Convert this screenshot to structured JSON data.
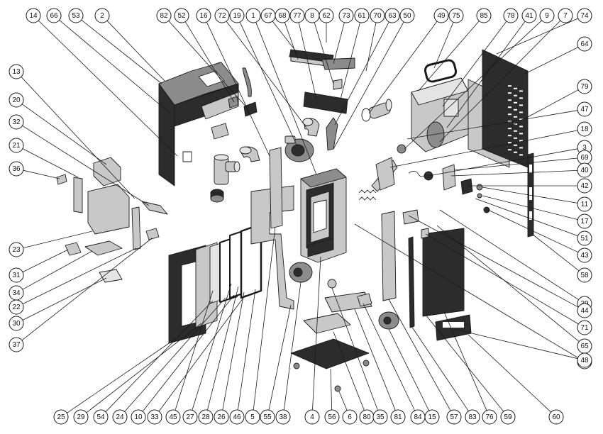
{
  "callouts": [
    {
      "id": "c14",
      "label": "14"
    },
    {
      "id": "c66",
      "label": "66"
    },
    {
      "id": "c53",
      "label": "53"
    },
    {
      "id": "c2",
      "label": "2"
    },
    {
      "id": "c82",
      "label": "82"
    },
    {
      "id": "c52",
      "label": "52"
    },
    {
      "id": "c16",
      "label": "16"
    },
    {
      "id": "c72",
      "label": "72"
    },
    {
      "id": "c19",
      "label": "19"
    },
    {
      "id": "c1",
      "label": "1"
    },
    {
      "id": "c67",
      "label": "67"
    },
    {
      "id": "c68",
      "label": "68"
    },
    {
      "id": "c77",
      "label": "77"
    },
    {
      "id": "c8",
      "label": "8"
    },
    {
      "id": "c62",
      "label": "62"
    },
    {
      "id": "c73",
      "label": "73"
    },
    {
      "id": "c61",
      "label": "61"
    },
    {
      "id": "c70",
      "label": "70"
    },
    {
      "id": "c63",
      "label": "63"
    },
    {
      "id": "c50",
      "label": "50"
    },
    {
      "id": "c49",
      "label": "49"
    },
    {
      "id": "c75",
      "label": "75"
    },
    {
      "id": "c85",
      "label": "85"
    },
    {
      "id": "c78",
      "label": "78"
    },
    {
      "id": "c41",
      "label": "41"
    },
    {
      "id": "c9",
      "label": "9"
    },
    {
      "id": "c7",
      "label": "7"
    },
    {
      "id": "c74",
      "label": "74"
    },
    {
      "id": "c64",
      "label": "64"
    },
    {
      "id": "c79",
      "label": "79"
    },
    {
      "id": "c47",
      "label": "47"
    },
    {
      "id": "c18",
      "label": "18"
    },
    {
      "id": "c3",
      "label": "3"
    },
    {
      "id": "c69",
      "label": "69"
    },
    {
      "id": "c40",
      "label": "40"
    },
    {
      "id": "c42",
      "label": "42"
    },
    {
      "id": "c11",
      "label": "11"
    },
    {
      "id": "c17",
      "label": "17"
    },
    {
      "id": "c51",
      "label": "51"
    },
    {
      "id": "c43",
      "label": "43"
    },
    {
      "id": "c58",
      "label": "58"
    },
    {
      "id": "c39",
      "label": "39"
    },
    {
      "id": "c44",
      "label": "44"
    },
    {
      "id": "c71",
      "label": "71"
    },
    {
      "id": "c65",
      "label": "65"
    },
    {
      "id": "c12",
      "label": "12"
    },
    {
      "id": "c48",
      "label": "48"
    },
    {
      "id": "c13",
      "label": "13"
    },
    {
      "id": "c20",
      "label": "20"
    },
    {
      "id": "c32",
      "label": "32"
    },
    {
      "id": "c21",
      "label": "21"
    },
    {
      "id": "c36",
      "label": "36"
    },
    {
      "id": "c23",
      "label": "23"
    },
    {
      "id": "c31",
      "label": "31"
    },
    {
      "id": "c34",
      "label": "34"
    },
    {
      "id": "c22",
      "label": "22"
    },
    {
      "id": "c30",
      "label": "30"
    },
    {
      "id": "c37",
      "label": "37"
    },
    {
      "id": "c25",
      "label": "25"
    },
    {
      "id": "c29",
      "label": "29"
    },
    {
      "id": "c54",
      "label": "54"
    },
    {
      "id": "c24",
      "label": "24"
    },
    {
      "id": "c10",
      "label": "10"
    },
    {
      "id": "c33",
      "label": "33"
    },
    {
      "id": "c45",
      "label": "45"
    },
    {
      "id": "c27",
      "label": "27"
    },
    {
      "id": "c28",
      "label": "28"
    },
    {
      "id": "c26",
      "label": "26"
    },
    {
      "id": "c46",
      "label": "46"
    },
    {
      "id": "c5",
      "label": "5"
    },
    {
      "id": "c55",
      "label": "55"
    },
    {
      "id": "c38",
      "label": "38"
    },
    {
      "id": "c4",
      "label": "4"
    },
    {
      "id": "c56",
      "label": "56"
    },
    {
      "id": "c6",
      "label": "6"
    },
    {
      "id": "c80",
      "label": "80"
    },
    {
      "id": "c35",
      "label": "35"
    },
    {
      "id": "c81",
      "label": "81"
    },
    {
      "id": "c84",
      "label": "84"
    },
    {
      "id": "c15",
      "label": "15"
    },
    {
      "id": "c57",
      "label": "57"
    },
    {
      "id": "c83",
      "label": "83"
    },
    {
      "id": "c76",
      "label": "76"
    },
    {
      "id": "c59",
      "label": "59"
    },
    {
      "id": "c60",
      "label": "60"
    }
  ]
}
